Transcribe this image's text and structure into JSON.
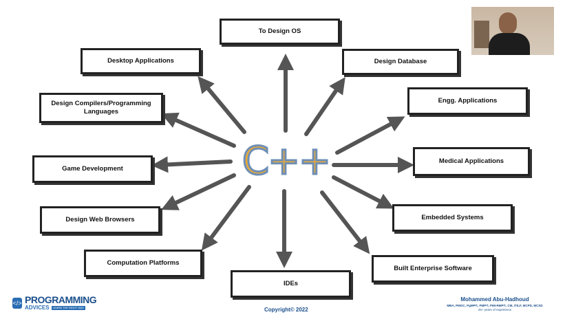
{
  "center_label": "C++",
  "boxes": [
    {
      "id": "os",
      "label": "To Design OS"
    },
    {
      "id": "desktop",
      "label": "Desktop Applications"
    },
    {
      "id": "database",
      "label": "Design Database"
    },
    {
      "id": "compilers",
      "label": "Design Compilers/Programming Languages"
    },
    {
      "id": "engg",
      "label": "Engg. Applications"
    },
    {
      "id": "game",
      "label": "Game Development"
    },
    {
      "id": "medical",
      "label": "Medical Applications"
    },
    {
      "id": "browsers",
      "label": "Design Web Browsers"
    },
    {
      "id": "embedded",
      "label": "Embedded Systems"
    },
    {
      "id": "computation",
      "label": "Computation Platforms"
    },
    {
      "id": "enterprise",
      "label": "Built Enterprise Software"
    },
    {
      "id": "ides",
      "label": "IDEs"
    }
  ],
  "footer": {
    "logo_line1": "PROGRAMMING",
    "logo_line2": "ADVICES",
    "logo_tagline": "LEARN THE RIGHT WAY",
    "copyright": "Copyright© 2022",
    "author_name": "Mohammed Abu-Hadhoud",
    "author_credentials": "MBA, PMOC, PgMP®, PMP®, PMI-RMP®, CM, ITILF, MCPD, MCSD",
    "author_experience": "26+ years of experience"
  },
  "colors": {
    "arrow": "#555555",
    "center_fill": "#e8a93c",
    "center_stroke": "#6e8fb5",
    "brand": "#1b4f8c"
  }
}
